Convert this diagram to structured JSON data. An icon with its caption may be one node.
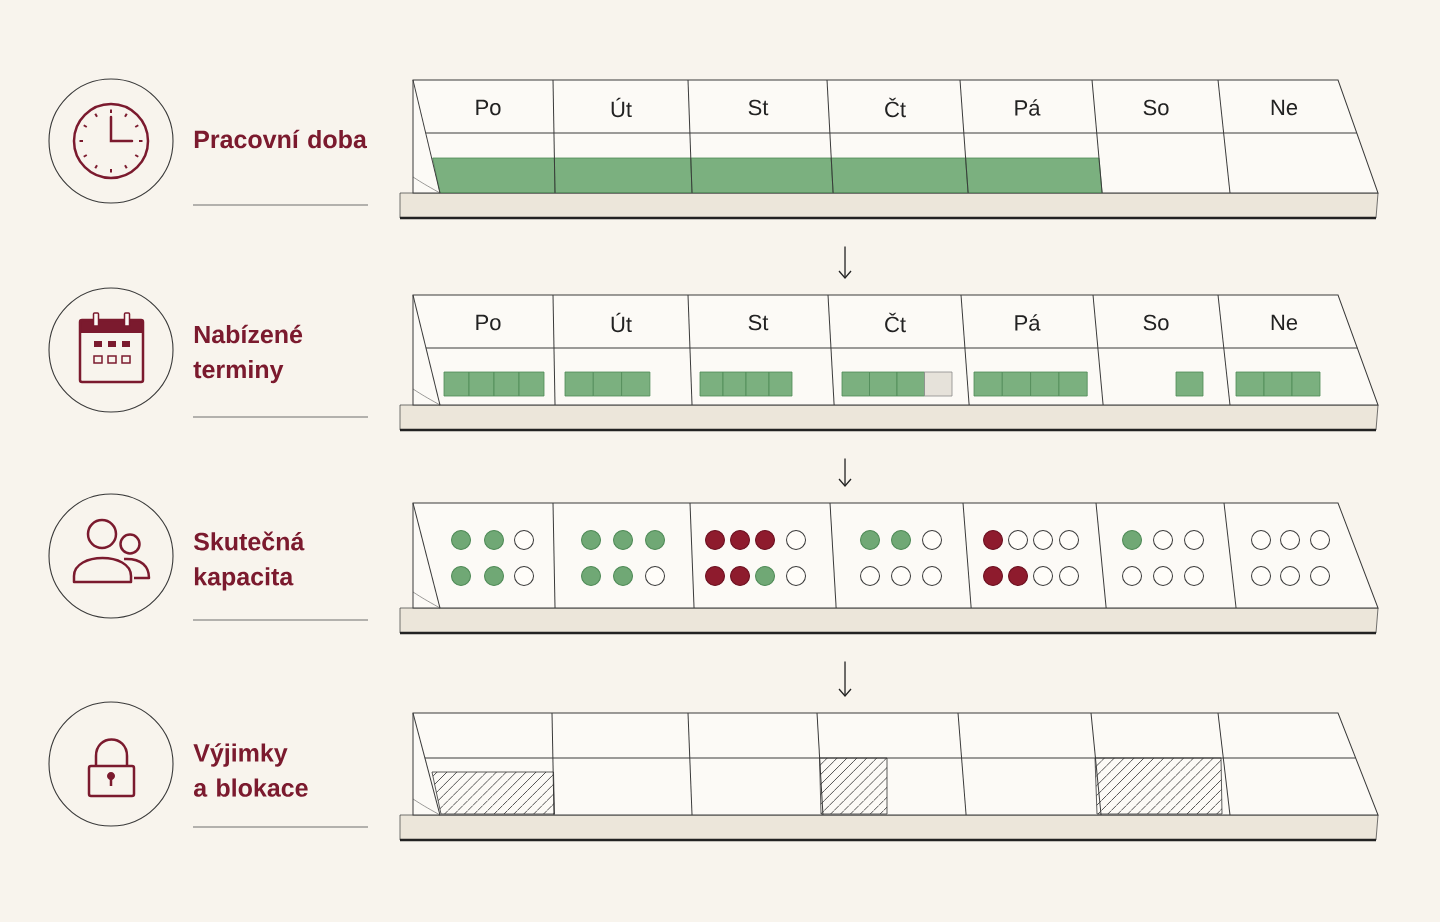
{
  "diagram": {
    "nodes": [
      {
        "text": [
          "Po",
          "Út",
          "St",
          "Čt",
          "Pá",
          "So",
          "Ne"
        ]
      },
      {
        "text": [
          "Po",
          "Út",
          "St",
          "Čt",
          "Pá",
          "So",
          "Ne"
        ]
      },
      {
        "text": [],
        "shape": "box"
      },
      {
        "text": [],
        "shape": "box"
      }
    ],
    "edges": [
      {
        "from": 0,
        "to": 1,
        "arrow": "to"
      },
      {
        "from": 1,
        "to": 2,
        "arrow": "to"
      },
      {
        "from": 2,
        "to": 3,
        "arrow": "to"
      }
    ],
    "labels": [
      "Pracovní doba",
      "Nabízené terminy",
      "Skutečná kapacita",
      "Výjimky a blokace"
    ]
  }
}
